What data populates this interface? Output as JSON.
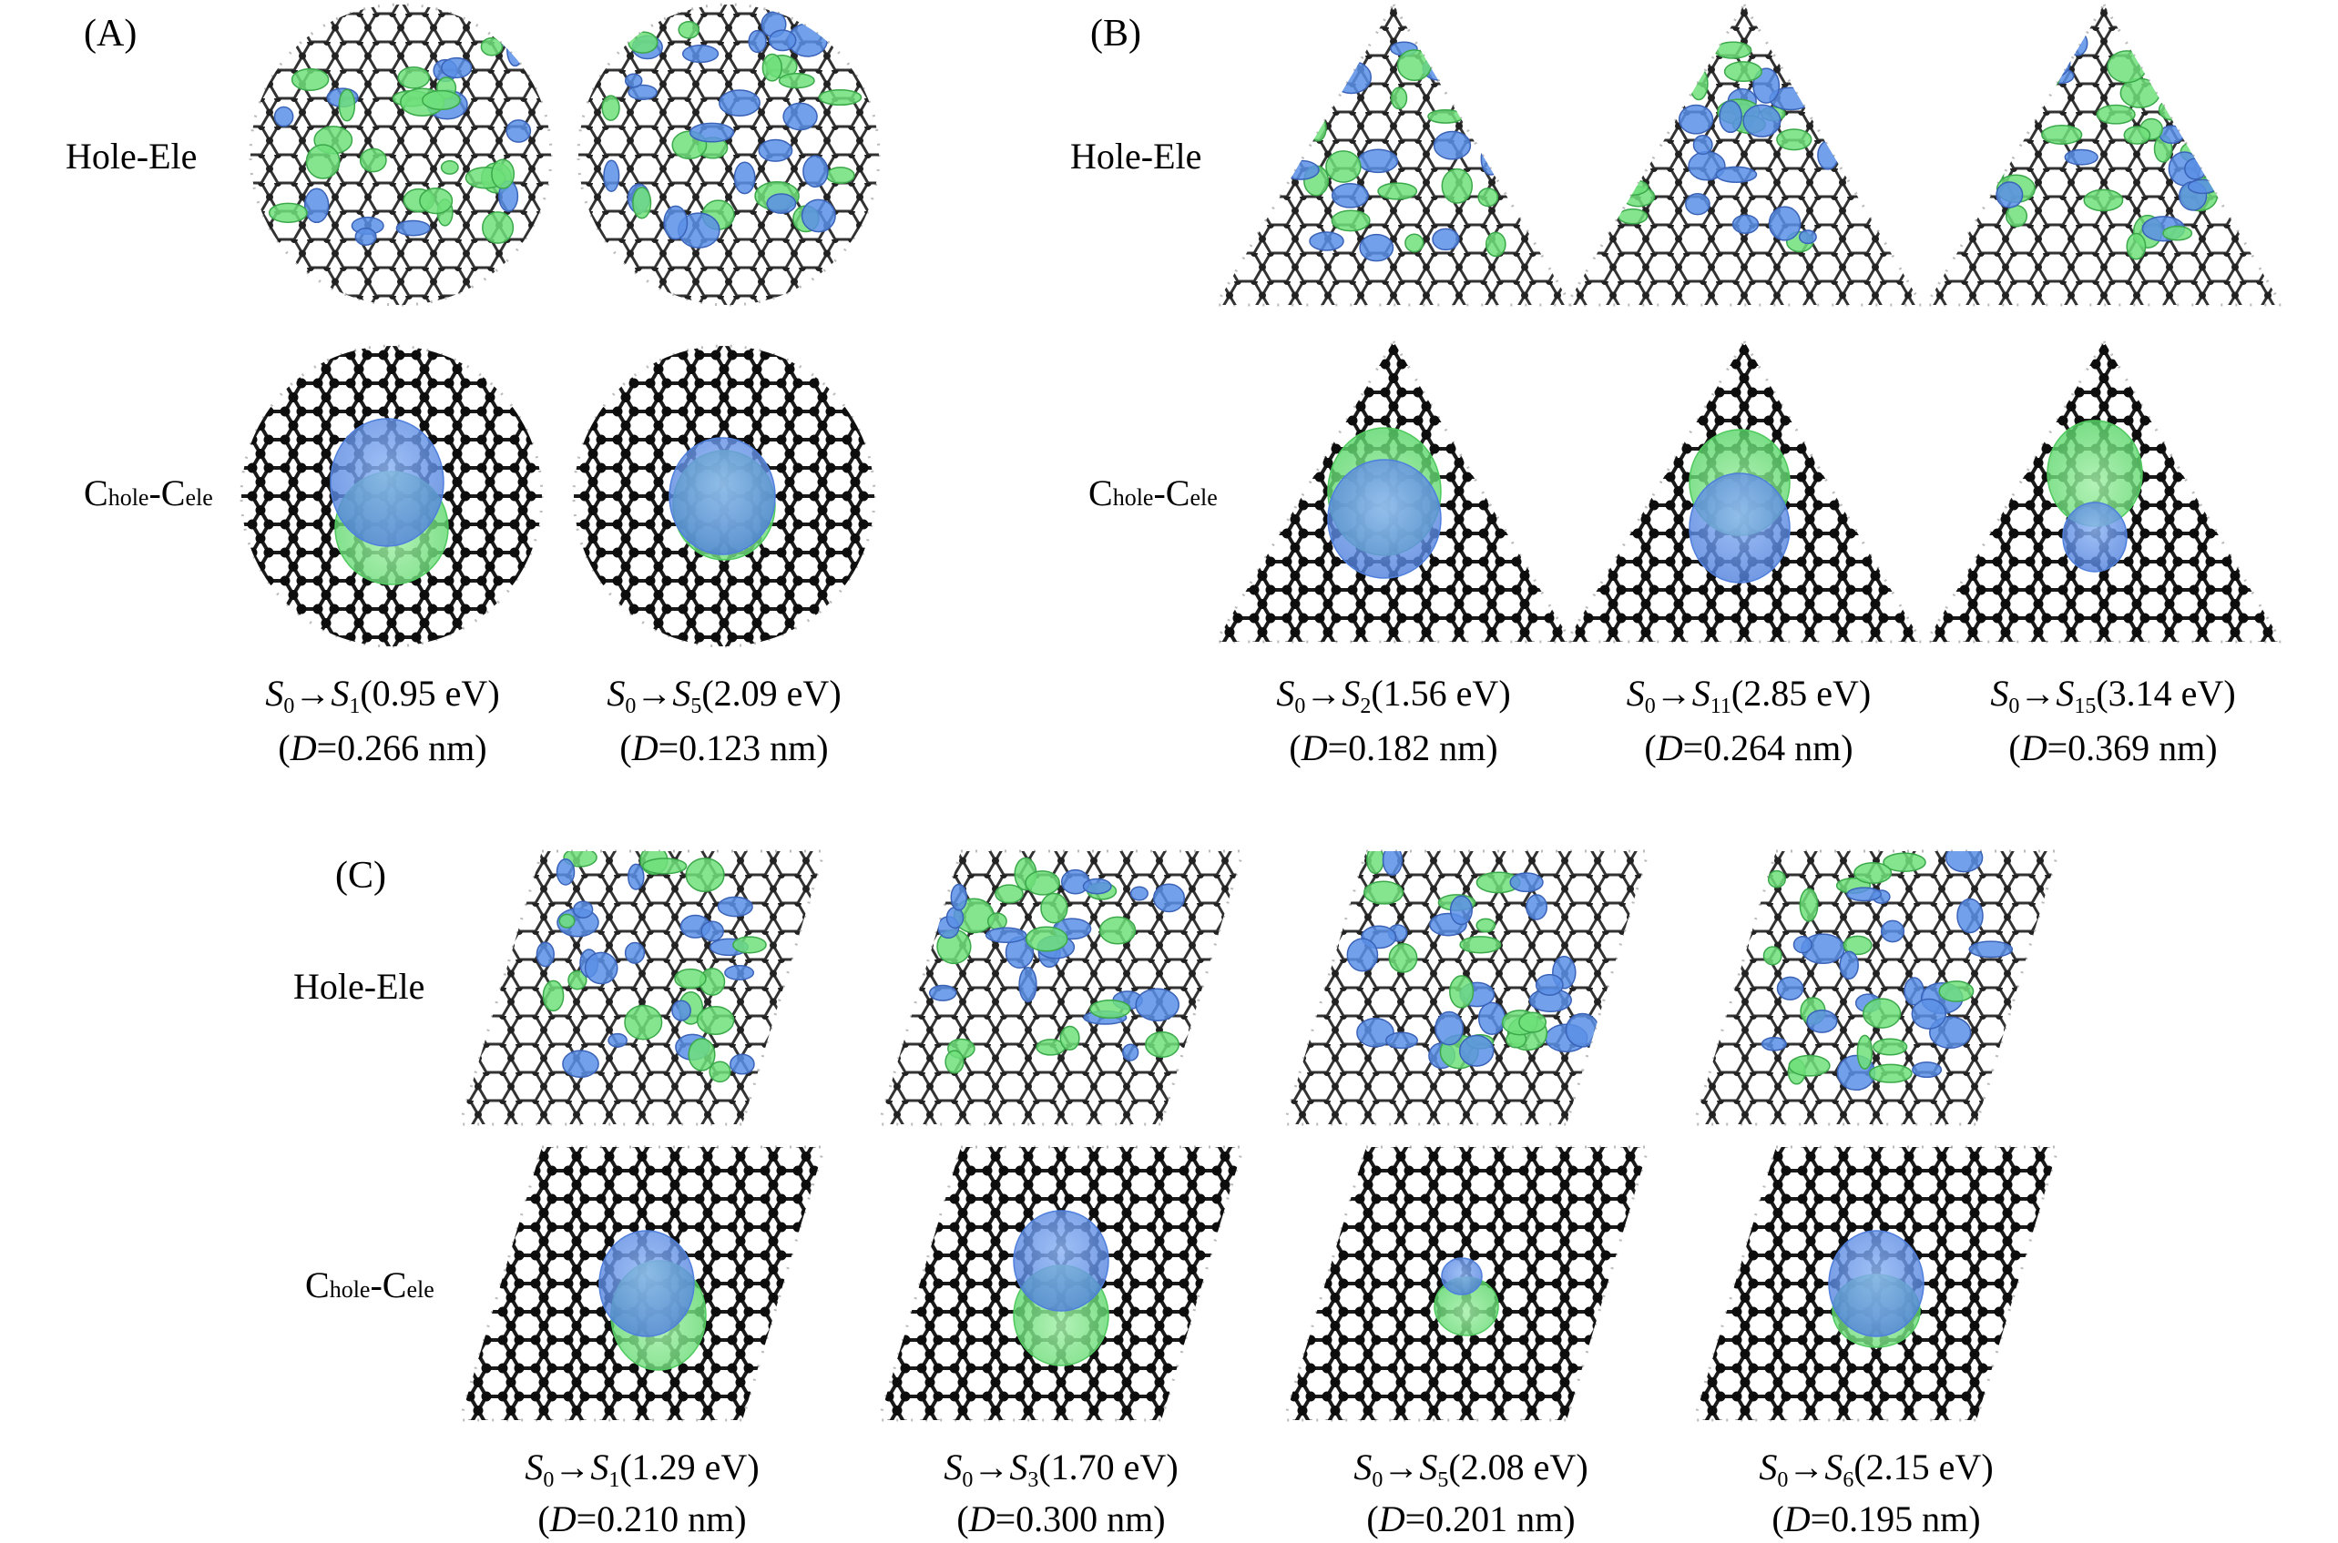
{
  "colors": {
    "hole_blue": "#5b8fe6",
    "electron_green": "#6fe07a",
    "carbon": "#0d0d0d",
    "hydrogen": "#e4e4e4"
  },
  "row_labels": {
    "hole_ele": "Hole-Ele",
    "c_main": "C",
    "c_hole_sub": "hole",
    "c_dash": "-C",
    "c_ele_sub": "ele"
  },
  "panels": [
    {
      "label": "(A)",
      "shape": "circle",
      "transitions": [
        {
          "from": "S",
          "from_sub": "0",
          "arrow": "→",
          "to": "S",
          "to_sub": "1",
          "energy": "(0.95 eV)",
          "d_open": "(",
          "d_var": "D",
          "d_value": "=0.266 nm)"
        },
        {
          "from": "S",
          "from_sub": "0",
          "arrow": "→",
          "to": "S",
          "to_sub": "5",
          "energy": "(2.09 eV)",
          "d_open": "(",
          "d_var": "D",
          "d_value": "=0.123 nm)"
        }
      ]
    },
    {
      "label": "(B)",
      "shape": "triangle",
      "transitions": [
        {
          "from": "S",
          "from_sub": "0",
          "arrow": "→",
          "to": "S",
          "to_sub": "2",
          "energy": "(1.56 eV)",
          "d_open": "(",
          "d_var": "D",
          "d_value": "=0.182 nm)"
        },
        {
          "from": "S",
          "from_sub": "0",
          "arrow": "→",
          "to": "S",
          "to_sub": "11",
          "energy": "(2.85 eV)",
          "d_open": "(",
          "d_var": "D",
          "d_value": "=0.264 nm)"
        },
        {
          "from": "S",
          "from_sub": "0",
          "arrow": "→",
          "to": "S",
          "to_sub": "15",
          "energy": "(3.14 eV)",
          "d_open": "(",
          "d_var": "D",
          "d_value": "=0.369 nm)"
        }
      ]
    },
    {
      "label": "(C)",
      "shape": "rhombus",
      "transitions": [
        {
          "from": "S",
          "from_sub": "0",
          "arrow": "→",
          "to": "S",
          "to_sub": "1",
          "energy": "(1.29 eV)",
          "d_open": "(",
          "d_var": "D",
          "d_value": "=0.210 nm)"
        },
        {
          "from": "S",
          "from_sub": "0",
          "arrow": "→",
          "to": "S",
          "to_sub": "3",
          "energy": "(1.70 eV)",
          "d_open": "(",
          "d_var": "D",
          "d_value": "=0.300 nm)"
        },
        {
          "from": "S",
          "from_sub": "0",
          "arrow": "→",
          "to": "S",
          "to_sub": "5",
          "energy": "(2.08 eV)",
          "d_open": "(",
          "d_var": "D",
          "d_value": "=0.201 nm)"
        },
        {
          "from": "S",
          "from_sub": "0",
          "arrow": "→",
          "to": "S",
          "to_sub": "6",
          "energy": "(2.15 eV)",
          "d_open": "(",
          "d_var": "D",
          "d_value": "=0.195 nm)"
        }
      ]
    }
  ]
}
